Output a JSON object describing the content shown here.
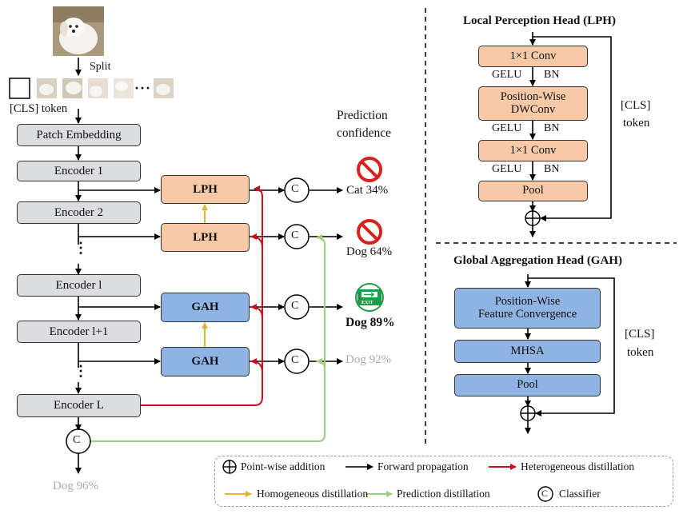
{
  "colors": {
    "forward": "#000000",
    "heterogeneous": "#c8101e",
    "homogeneous": "#e1b43a",
    "prediction": "#9ccf7f",
    "lph_fill": "#f7c9a6",
    "gah_fill": "#8fb3e3",
    "encoder_fill": "#dcdde1"
  },
  "left": {
    "split_label": "Split",
    "cls_token": "[CLS] token",
    "ellipsis_patches": "···",
    "patch_embedding": "Patch Embedding",
    "encoders": [
      "Encoder 1",
      "Encoder 2",
      "Encoder l",
      "Encoder l+1",
      "Encoder L"
    ],
    "dots": "⋮",
    "heads": [
      "LPH",
      "LPH",
      "GAH",
      "GAH"
    ],
    "classifier_symbol": "C",
    "confidence_title_1": "Prediction",
    "confidence_title_2": "confidence",
    "predictions": [
      "Cat 34%",
      "Dog 64%",
      "Dog 89%",
      "Dog 92%",
      "Dog 96%"
    ],
    "exit_sign": "EXIT"
  },
  "lph_panel": {
    "title": "Local Perception Head (LPH)",
    "box1": "1×1 Conv",
    "box2_line1": "Position-Wise",
    "box2_line2": "DWConv",
    "box3": "1×1 Conv",
    "box4": "Pool",
    "gelu": "GELU",
    "bn": "BN",
    "cls_line1": "[CLS]",
    "cls_line2": "token"
  },
  "gah_panel": {
    "title": "Global Aggregation Head (GAH)",
    "box1_line1": "Position-Wise",
    "box1_line2": "Feature Convergence",
    "box2": "MHSA",
    "box3": "Pool",
    "cls_line1": "[CLS]",
    "cls_line2": "token"
  },
  "legend": {
    "pointwise": "Point-wise addition",
    "forward": "Forward propagation",
    "heterogeneous": "Heterogeneous distillation",
    "homogeneous": "Homogeneous distillation",
    "prediction": "Prediction distillation",
    "classifier": "Classifier"
  }
}
